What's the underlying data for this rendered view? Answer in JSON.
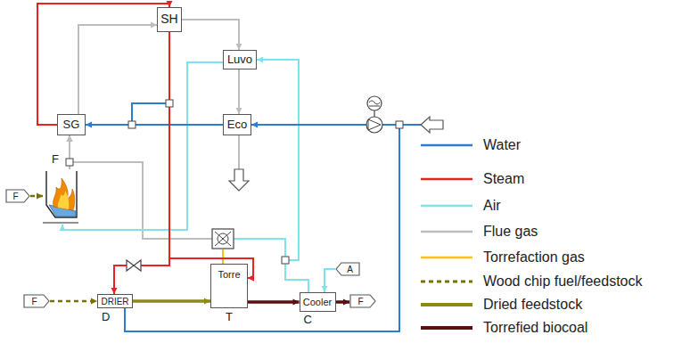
{
  "diagram": {
    "nodes": [
      {
        "text": [
          "SH"
        ]
      },
      {
        "text": [
          "Luvo"
        ]
      },
      {
        "text": [
          "SG"
        ]
      },
      {
        "text": [
          "Eco"
        ]
      },
      {
        "text": [
          "F"
        ]
      },
      {
        "text": [
          "Torre",
          "T"
        ]
      },
      {
        "text": [
          "DRIER",
          "D"
        ]
      },
      {
        "text": [
          "Cooler",
          "C"
        ]
      },
      {
        "text": [
          "F"
        ]
      },
      {
        "text": [
          "F"
        ]
      },
      {
        "text": [
          "A"
        ]
      },
      {
        "text": [
          "F"
        ]
      }
    ],
    "edges": [
      {
        "from": 8,
        "to": 4,
        "arrow": "to"
      },
      {
        "from": 9,
        "to": 6,
        "arrow": "to"
      },
      {
        "from": 6,
        "to": 5,
        "arrow": "to"
      },
      {
        "from": 5,
        "to": 7,
        "arrow": "to"
      },
      {
        "from": 7,
        "to": 11,
        "arrow": "to"
      },
      {
        "from": 10,
        "to": 7,
        "arrow": "to"
      },
      {
        "from": 7,
        "to": 1,
        "arrow": "to"
      },
      {
        "from": 7,
        "to": 2,
        "arrow": "to"
      },
      {
        "from": 5,
        "to": 2,
        "arrow": "to"
      },
      {
        "from": 4,
        "to": 2,
        "arrow": "to"
      },
      {
        "from": 2,
        "to": 0,
        "arrow": "to"
      },
      {
        "from": 2,
        "to": 0,
        "arrow": "to"
      },
      {
        "from": 0,
        "to": 1,
        "arrow": "to"
      },
      {
        "from": 1,
        "to": 3,
        "arrow": "to"
      },
      {
        "from": 1,
        "to": 4,
        "arrow": "to"
      },
      {
        "from": 3,
        "to": 2,
        "arrow": "to"
      },
      {
        "from": 3,
        "to": 5,
        "arrow": "to"
      },
      {
        "from": 0,
        "to": 5,
        "arrow": "to"
      },
      {
        "from": 0,
        "to": 6,
        "arrow": "to"
      },
      {
        "from": 6,
        "to": 3,
        "arrow": "to"
      }
    ],
    "legend": [
      {
        "text": "Water"
      },
      {
        "text": "Steam"
      },
      {
        "text": "Air"
      },
      {
        "text": "Flue gas"
      },
      {
        "text": "Torrefaction gas"
      },
      {
        "text": "Wood chip fuel/feedstock"
      },
      {
        "text": "Dried feedstock"
      },
      {
        "text": "Torrefied biocoal"
      }
    ]
  }
}
